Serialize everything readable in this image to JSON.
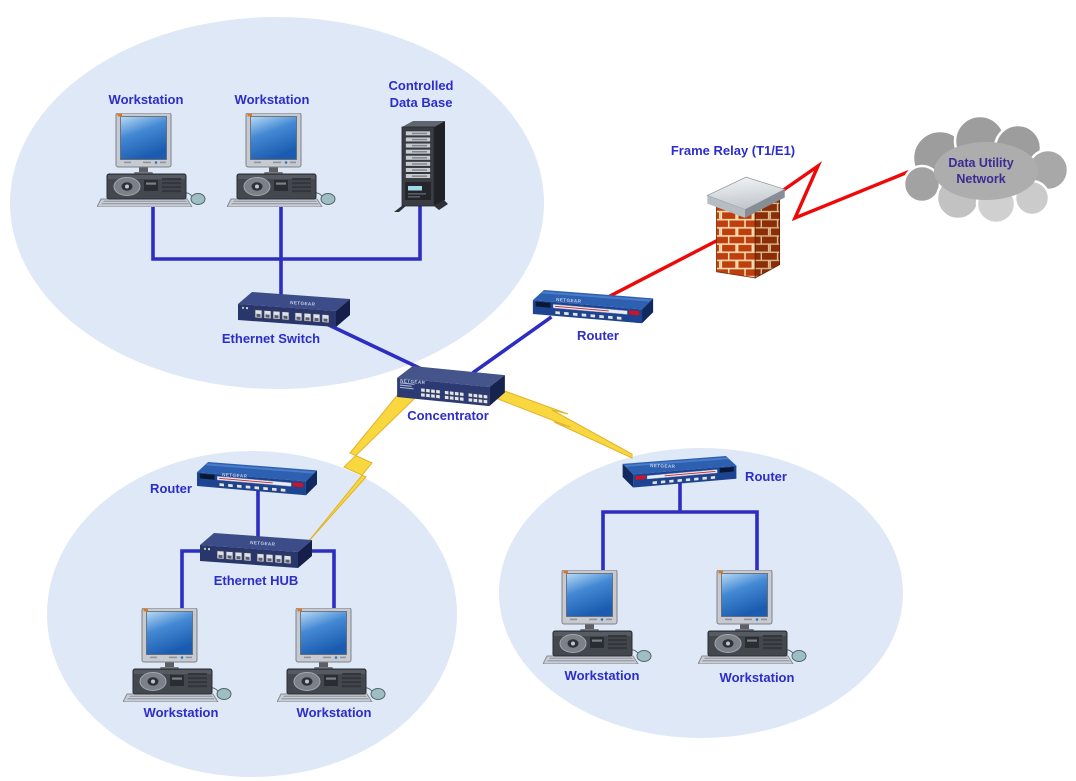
{
  "diagram_type": "network-topology",
  "device_brand": "NETGEAR",
  "colors": {
    "label_text": "#2d2dca",
    "cloud_text": "#3b2b92",
    "connection_blue": "#2d2dc2",
    "connection_red": "#ee0808",
    "wireless_bolt_yellow": "#f8d73f",
    "lan_ellipse_fill": "#dfe8f6"
  },
  "groups": {
    "top_left_lan": {
      "workstation_1_label": "Workstation",
      "workstation_2_label": "Workstation",
      "database_label_line1": "Controlled",
      "database_label_line2": "Data Base",
      "switch_label": "Ethernet Switch"
    },
    "backbone": {
      "concentrator_label": "Concentrator",
      "router_label": "Router",
      "frame_relay_label": "Frame Relay (T1/E1)",
      "cloud_label_line1": "Data Utility",
      "cloud_label_line2": "Network"
    },
    "bottom_left_lan": {
      "router_label": "Router",
      "hub_label": "Ethernet HUB",
      "workstation_1_label": "Workstation",
      "workstation_2_label": "Workstation"
    },
    "bottom_right_lan": {
      "router_label": "Router",
      "workstation_1_label": "Workstation",
      "workstation_2_label": "Workstation"
    }
  }
}
